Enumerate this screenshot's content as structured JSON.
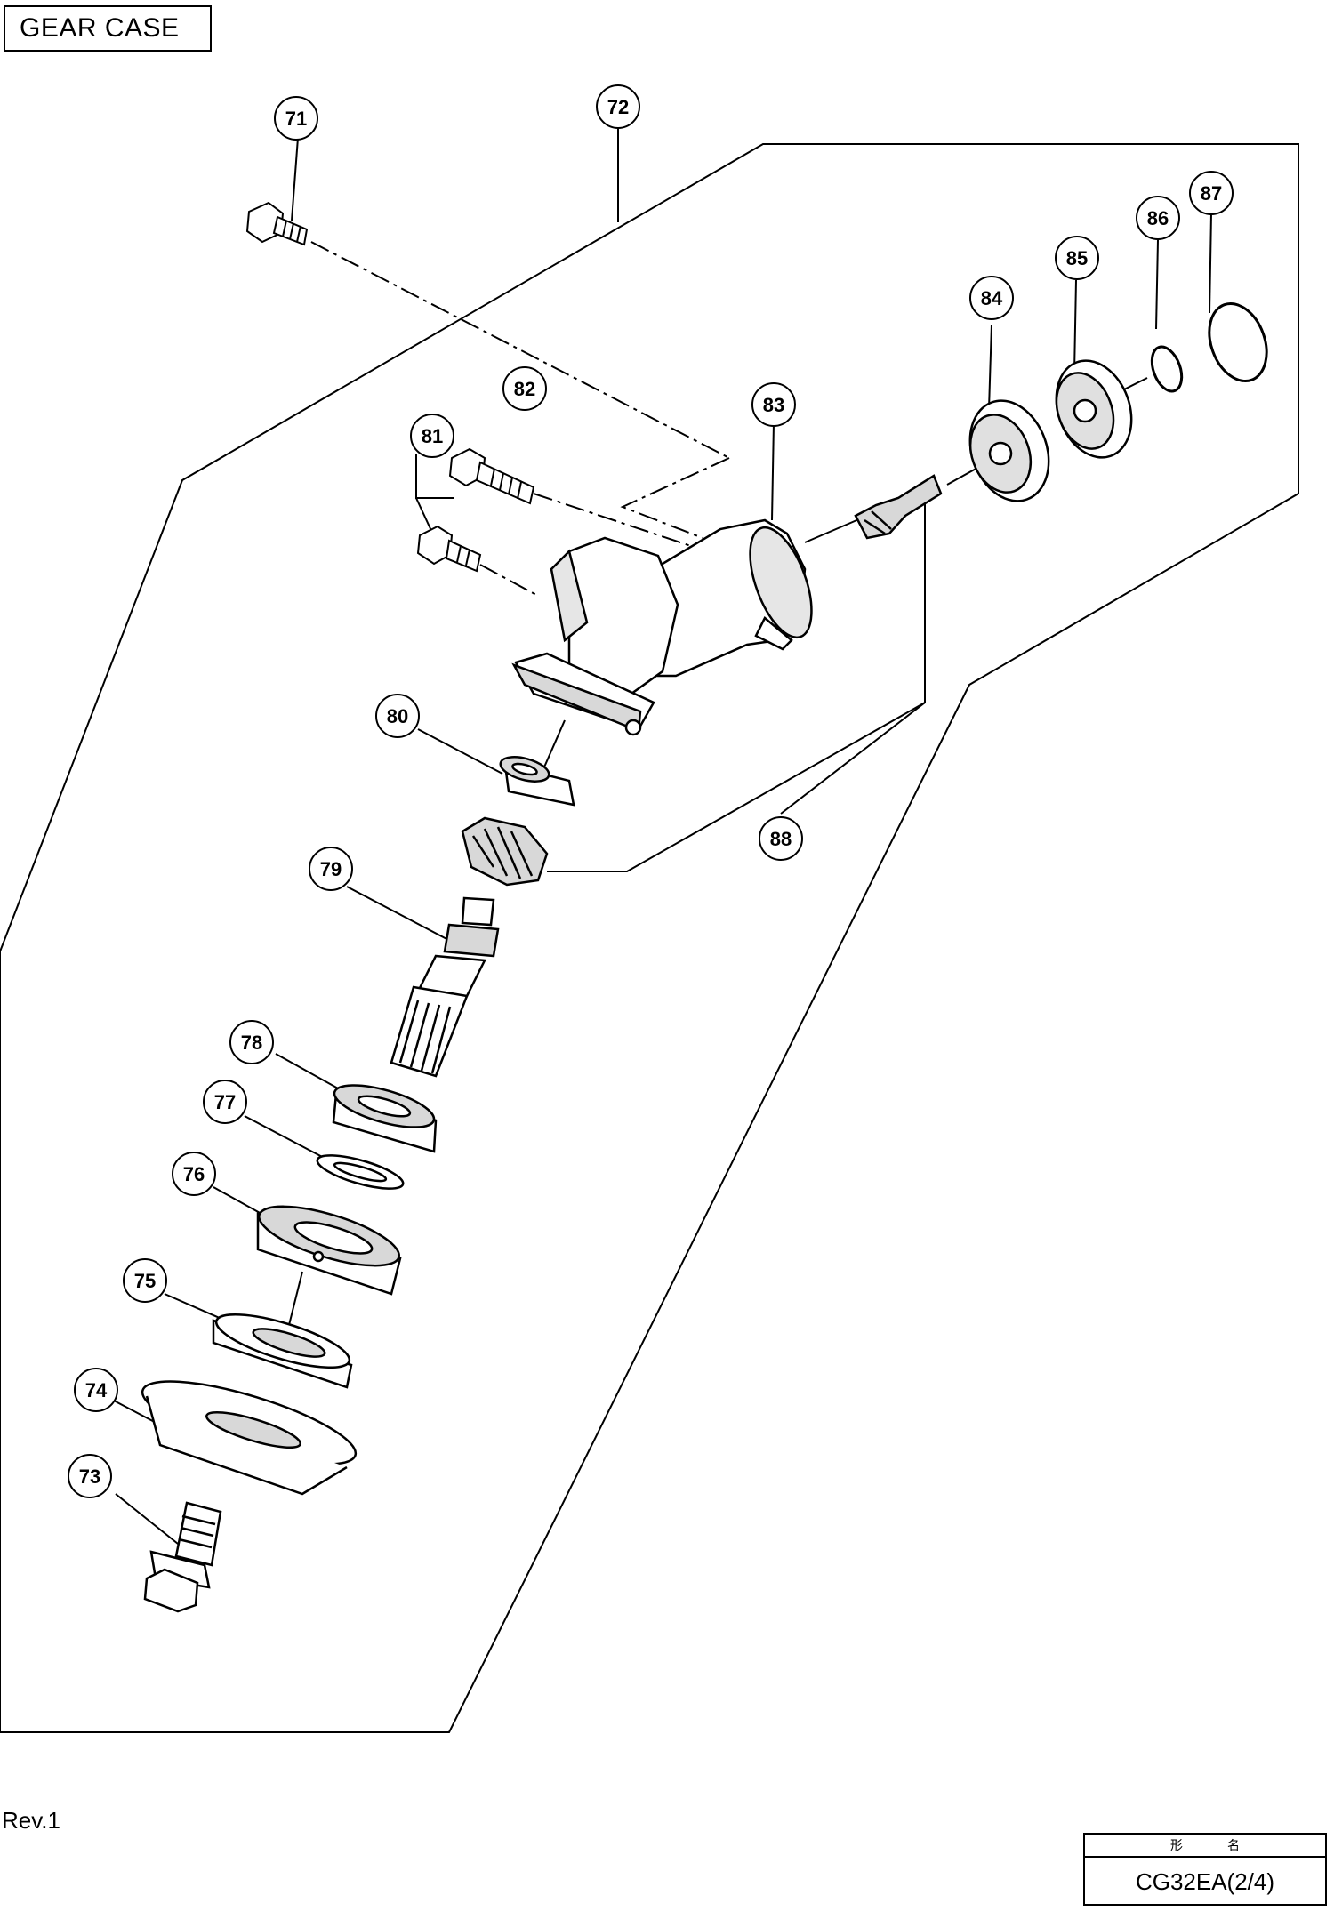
{
  "header": {
    "section_title": "GEAR CASE"
  },
  "footer": {
    "revision": "Rev.1",
    "model_header_left": "形",
    "model_header_right": "名",
    "model_value": "CG32EA(2/4)"
  },
  "callouts": [
    {
      "id": "71",
      "text": "71"
    },
    {
      "id": "72",
      "text": "72"
    },
    {
      "id": "73",
      "text": "73"
    },
    {
      "id": "74",
      "text": "74"
    },
    {
      "id": "75",
      "text": "75"
    },
    {
      "id": "76",
      "text": "76"
    },
    {
      "id": "77",
      "text": "77"
    },
    {
      "id": "78",
      "text": "78"
    },
    {
      "id": "79",
      "text": "79"
    },
    {
      "id": "80",
      "text": "80"
    },
    {
      "id": "81",
      "text": "81"
    },
    {
      "id": "82",
      "text": "82"
    },
    {
      "id": "83",
      "text": "83"
    },
    {
      "id": "84",
      "text": "84"
    },
    {
      "id": "85",
      "text": "85"
    },
    {
      "id": "86",
      "text": "86"
    },
    {
      "id": "87",
      "text": "87"
    },
    {
      "id": "88",
      "text": "88"
    }
  ],
  "colors": {
    "ink": "#000000",
    "paper": "#ffffff",
    "shade": "#d8d8d8"
  }
}
